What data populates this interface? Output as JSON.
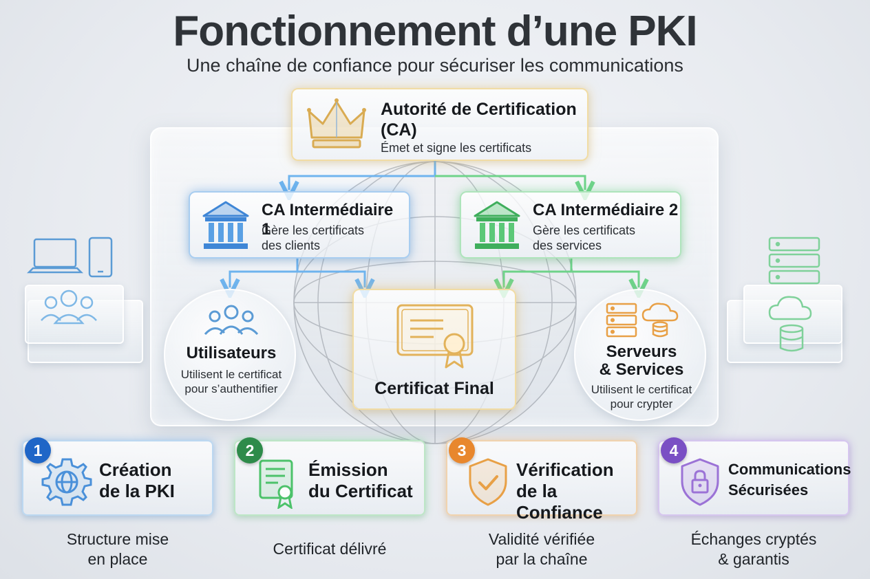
{
  "title": "Fonctionnement d’une PKI",
  "subtitle": "Une chaîne de confiance pour sécuriser les communications",
  "root_ca": {
    "name": "Autorité de Certification (CA)",
    "description": "Émet et signe les certificats",
    "icon": "crown-icon",
    "color": "#e8c478"
  },
  "intermediates": [
    {
      "name": "CA Intermédiaire 1",
      "description_line1": "Gère les certificats",
      "description_line2": "des clients",
      "icon": "bank-icon",
      "color": "#4a90d9"
    },
    {
      "name": "CA Intermédiaire 2",
      "description_line1": "Gère les certificats",
      "description_line2": "des services",
      "icon": "bank-icon",
      "color": "#4cc26a"
    }
  ],
  "users": {
    "name": "Utilisateurs",
    "description_line1": "Utilisent le certificat",
    "description_line2": "pour s’authentifier",
    "icon": "users-icon"
  },
  "final_certificate": {
    "name": "Certificat Final",
    "icon": "certificate-icon"
  },
  "servers": {
    "name_line1": "Serveurs",
    "name_line2": "& Services",
    "description_line1": "Utilisent le certificat",
    "description_line2": "pour crypter",
    "icon": "server-cloud-icon"
  },
  "steps": [
    {
      "number": "1",
      "title_line1": "Création",
      "title_line2": "de la PKI",
      "caption_line1": "Structure mise",
      "caption_line2": "en place",
      "icon": "gear-globe-icon",
      "color": "#1f66c7"
    },
    {
      "number": "2",
      "title_line1": "Émission",
      "title_line2": "du Certificat",
      "caption_line1": "Certificat délivré",
      "caption_line2": "",
      "icon": "certificate-icon",
      "color": "#2e8b4a"
    },
    {
      "number": "3",
      "title_line1": "Vérification",
      "title_line2": "de la Confiance",
      "caption_line1": "Validité vérifiée",
      "caption_line2": "par la chaîne",
      "icon": "shield-check-icon",
      "color": "#e8872d"
    },
    {
      "number": "4",
      "title_line1": "Communications",
      "title_line2": "Sécurisées",
      "caption_line1": "Échanges cryptés",
      "caption_line2": "& garantis",
      "icon": "shield-lock-icon",
      "color": "#7a4fc4"
    }
  ]
}
